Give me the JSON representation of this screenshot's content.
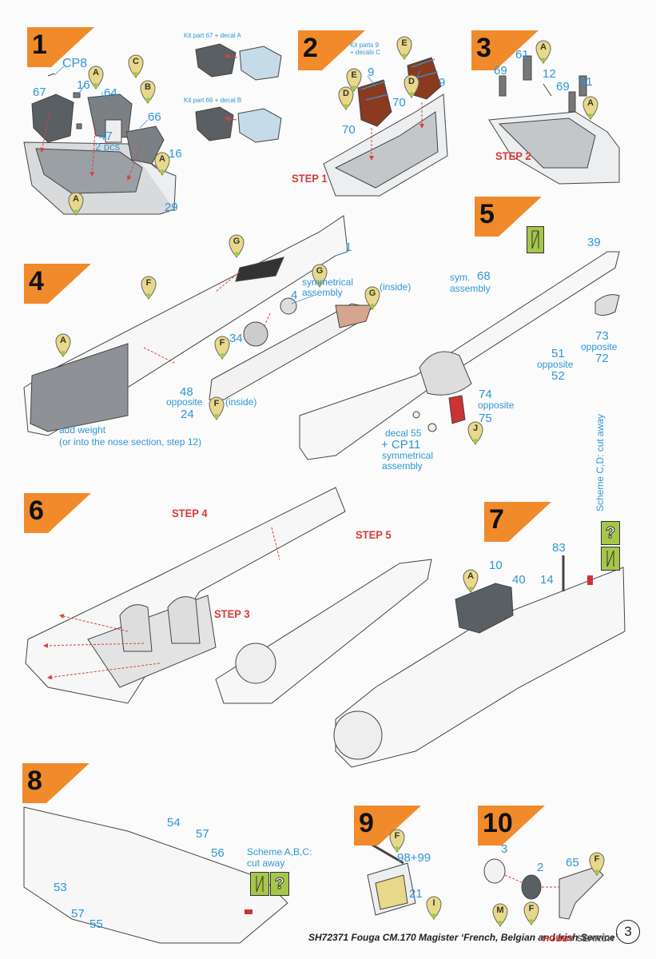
{
  "steps": [
    {
      "number": "1"
    },
    {
      "number": "2"
    },
    {
      "number": "3"
    },
    {
      "number": "4"
    },
    {
      "number": "5"
    },
    {
      "number": "6"
    },
    {
      "number": "7"
    },
    {
      "number": "8"
    },
    {
      "number": "9"
    },
    {
      "number": "10"
    }
  ],
  "step1": {
    "kit_part_67": "Kit part 67 + decal A",
    "kit_part_66": "Kit part 66 + decal B",
    "cp8": "CP8",
    "p67": "67",
    "p16a": "16",
    "p64": "64",
    "p66": "66",
    "p47": "47",
    "two_pcs": "2 pcs",
    "p16b": "16",
    "p29": "29"
  },
  "step2": {
    "kit_parts_note_1": "Kit parts 9",
    "kit_parts_note_2": "+ decals C",
    "p9a": "9",
    "p9b": "9",
    "p70a": "70",
    "p70b": "70",
    "step_ref": "STEP 1"
  },
  "step3": {
    "p69a": "69",
    "p61a": "61",
    "p12": "12",
    "p69b": "69",
    "p61b": "61",
    "step_ref": "STEP 2"
  },
  "step4": {
    "p1": "1",
    "symmetrical": "symmetrical",
    "assembly": "assembly",
    "inside_a": "(inside)",
    "p4": "4",
    "p34": "34",
    "p48": "48",
    "opposite": "opposite",
    "p24": "24",
    "inside_b": "(inside)",
    "add_weight_1": "add weight",
    "add_weight_2": "(or into the nose section, step 12)"
  },
  "step5": {
    "p39": "39",
    "sym": "sym.",
    "p68": "68",
    "assembly": "assembly",
    "p73": "73",
    "opposite_a": "opposite",
    "p72": "72",
    "p51": "51",
    "opposite_b": "opposite",
    "p52": "52",
    "p74": "74",
    "opposite_c": "opposite",
    "p75": "75",
    "decal55": "decal 55",
    "cp11": "+ CP11",
    "symmetrical": "symmetrical",
    "assembly2": "assembly"
  },
  "step6": {
    "step4": "STEP 4",
    "step5": "STEP 5",
    "step3": "STEP 3"
  },
  "step7": {
    "scheme_note": "Scheme C,D: cut away",
    "p10": "10",
    "p40": "40",
    "p14": "14",
    "p83": "83"
  },
  "step8": {
    "p54": "54",
    "p57a": "57",
    "p56": "56",
    "p53": "53",
    "p57b": "57",
    "p55": "55",
    "scheme_1": "Scheme A,B,C:",
    "scheme_2": "cut away"
  },
  "step9": {
    "p98_99": "98+99",
    "p21": "21"
  },
  "step10": {
    "p3": "3",
    "p2": "2",
    "p65": "65"
  },
  "paint_codes": {
    "A": "A",
    "B": "B",
    "C": "C",
    "D": "D",
    "E": "E",
    "F": "F",
    "G": "G",
    "I": "I",
    "J": "J",
    "M": "M"
  },
  "footer": "SH72371 Fouga CM.170 Magister ‘French, Belgian and Irish Service’",
  "page_number": "3",
  "watermark": {
    "brand": "HOBBY",
    "rest": " SEARCH"
  },
  "colors": {
    "orange": "#f08a2b",
    "callout_blue": "#2e97d6",
    "step_red": "#d83a34",
    "paint_pin": "#e8d889",
    "marker_green": "#a6c64a",
    "seat_brown": "#8a3a1f",
    "instrument_blue": "#a9cfe3",
    "interior_grey": "#9aa0a4"
  }
}
